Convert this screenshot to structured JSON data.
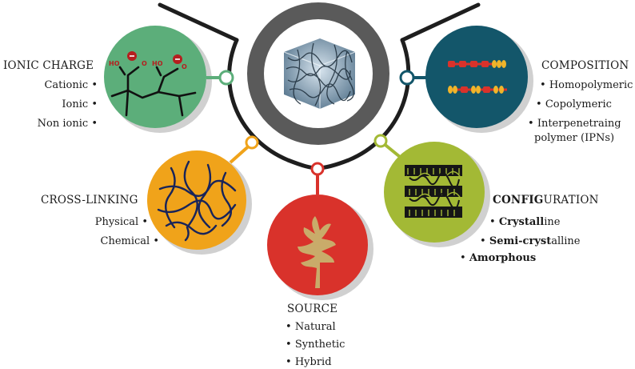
{
  "ionic_charge": {
    "title": "IONIC CHARGE",
    "items": [
      "Cationic",
      "Ionic",
      "Non ionic"
    ],
    "icon_labels": {
      "ho": "HO",
      "o": "O"
    }
  },
  "cross_linking": {
    "title_bold": "CROSS-LINK",
    "title_rest": "ING",
    "items": [
      "Physical",
      "Chemical"
    ]
  },
  "source": {
    "title": "SOURCE",
    "items": [
      "Natural",
      "Synthetic",
      "Hybrid"
    ]
  },
  "configuration": {
    "title_bold": "CONFIG",
    "title_rest": "URATION",
    "crystalline_bold": "Crystall",
    "crystalline_rest": "ine",
    "semi_bold": "Semi-cryst",
    "semi_rest": "alline",
    "amorphous": "Amorphous"
  },
  "composition": {
    "title": "COMPOSITION",
    "items": [
      "Homopolymeric",
      "Copolymeric",
      "Interpenetraing",
      "polymer (IPNs)"
    ]
  },
  "colors": {
    "ionic": "#5cae7a",
    "crosslink": "#f0a31a",
    "source": "#d9322b",
    "configuration": "#a3b935",
    "composition": "#13566a",
    "ring": "#555555",
    "arc": "#1e1e1e"
  }
}
